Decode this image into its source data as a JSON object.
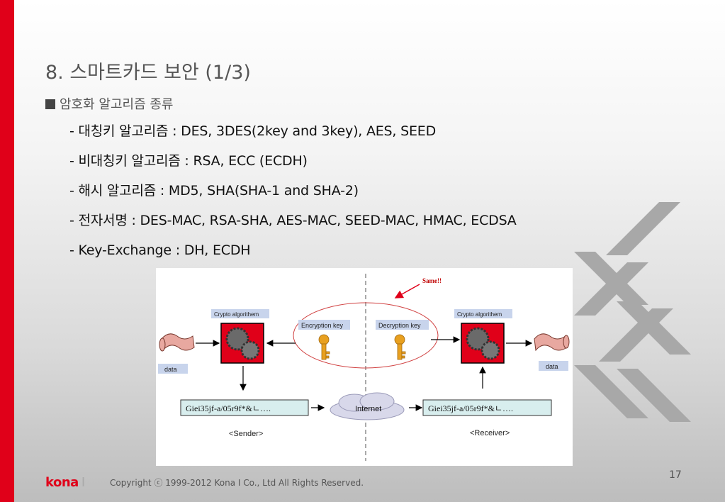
{
  "slide": {
    "title": "8. 스마트카드 보안 (1/3)",
    "heading": "암호화 알고리즘 종류",
    "items": [
      "- 대칭키 알고리즘 : DES, 3DES(2key and 3key), AES, SEED",
      "- 비대칭키 알고리즘 : RSA, ECC (ECDH)",
      "- 해시 알고리즘 : MD5, SHA(SHA-1 and SHA-2)",
      "- 전자서명 : DES-MAC, RSA-SHA, AES-MAC, SEED-MAC, HMAC, ECDSA",
      "- Key-Exchange : DH, ECDH"
    ]
  },
  "diagram": {
    "same_label": "Same!!",
    "crypto_left": "Crypto algorithem",
    "crypto_right": "Crypto algorithem",
    "enc_key": "Encryption key",
    "dec_key": "Decryption key",
    "data_left": "data",
    "data_right": "data",
    "cipher_left": "Giei35jf-a/05r9f*&ㄴ….",
    "cipher_right": "Giei35jf-a/05r9f*&ㄴ….",
    "internet": "Internet",
    "sender": "<Sender>",
    "receiver": "<Receiver>"
  },
  "footer": {
    "logo": "kona",
    "logo_sep": "I",
    "copyright": "Copyright ⓒ 1999-2012 Kona I Co., Ltd  All Rights Reserved.",
    "page": "17"
  },
  "colors": {
    "accent_red": "#e00019",
    "label_box": "#c8d4ec",
    "cipher_box": "#d8eeee",
    "key_gold": "#e8a020"
  }
}
